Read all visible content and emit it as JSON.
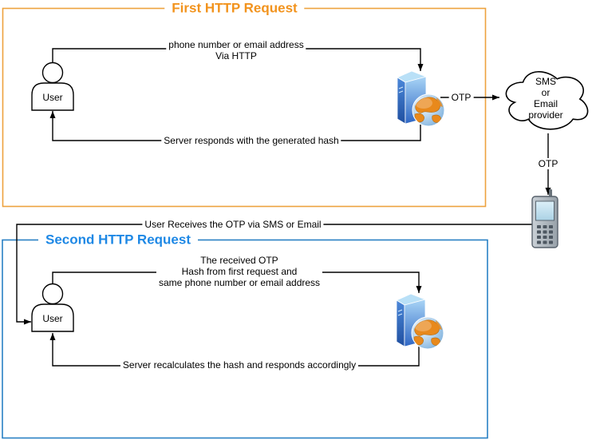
{
  "first_request": {
    "title": "First HTTP Request",
    "request_label": [
      "phone number or email address",
      "Via HTTP"
    ],
    "response_label": "Server responds with the generated hash",
    "actor_label": "User",
    "otp_label": "OTP"
  },
  "provider_cloud": {
    "label": [
      "SMS",
      "or",
      "Email",
      "provider"
    ],
    "otp_label": "OTP"
  },
  "receive_label": "User Receives the OTP via SMS or Email",
  "second_request": {
    "title": "Second HTTP Request",
    "request_label": [
      "The received OTP",
      "Hash from first request and",
      "same phone number or email address"
    ],
    "response_label": "Server recalculates the hash and responds accordingly",
    "actor_label": "User"
  },
  "icons": [
    "user-icon",
    "server-icon",
    "globe-icon",
    "cloud-icon",
    "phone-icon",
    "arrow-icon"
  ],
  "colors": {
    "accent_orange": "#F2931D",
    "accent_orange_border": "#EDA23E",
    "accent_blue": "#1E88E5",
    "accent_blue_border": "#2980C4",
    "line_color": "#000000"
  }
}
